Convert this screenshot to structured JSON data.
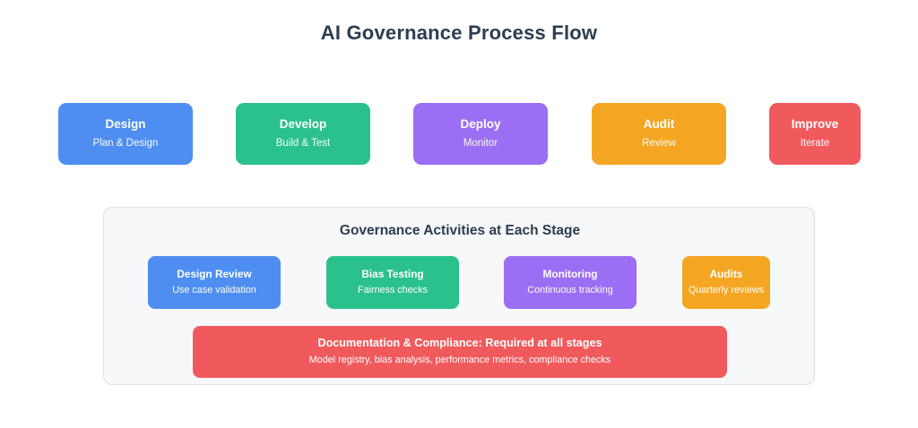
{
  "title": "AI Governance Process Flow",
  "colors": {
    "title_text": "#2c3e50",
    "blue": "#4d8ef0",
    "green": "#2bc18c",
    "purple": "#9b6ef3",
    "orange": "#f4a623",
    "red": "#f05a5c",
    "arrow": "#5f6b7a",
    "panel_bg": "#f7f8fa",
    "panel_border": "#dcdfe5"
  },
  "flow": {
    "stages": [
      {
        "label": "Design",
        "sublabel": "Plan & Design",
        "color": "#4d8ef0"
      },
      {
        "label": "Develop",
        "sublabel": "Build & Test",
        "color": "#2bc18c"
      },
      {
        "label": "Deploy",
        "sublabel": "Monitor",
        "color": "#9b6ef3"
      },
      {
        "label": "Audit",
        "sublabel": "Review",
        "color": "#f4a623"
      },
      {
        "label": "Improve",
        "sublabel": "Iterate",
        "color": "#f05a5c"
      }
    ],
    "connectors": [
      {
        "icon": "arrow-right-icon"
      },
      {
        "icon": "arrow-right-icon"
      },
      {
        "icon": "arrow-right-icon"
      },
      {
        "icon": "arrow-right-icon"
      }
    ]
  },
  "panel": {
    "heading": "Governance Activities at Each Stage",
    "activities": [
      {
        "label": "Design Review",
        "sublabel": "Use case validation",
        "color": "#4d8ef0"
      },
      {
        "label": "Bias Testing",
        "sublabel": "Fairness checks",
        "color": "#2bc18c"
      },
      {
        "label": "Monitoring",
        "sublabel": "Continuous tracking",
        "color": "#9b6ef3"
      },
      {
        "label": "Audits",
        "sublabel": "Quarterly reviews",
        "color": "#f4a623"
      }
    ],
    "banner": {
      "title": "Documentation & Compliance: Required at all stages",
      "subtitle": "Model registry, bias analysis, performance metrics, compliance checks",
      "color": "#f05a5c"
    }
  }
}
